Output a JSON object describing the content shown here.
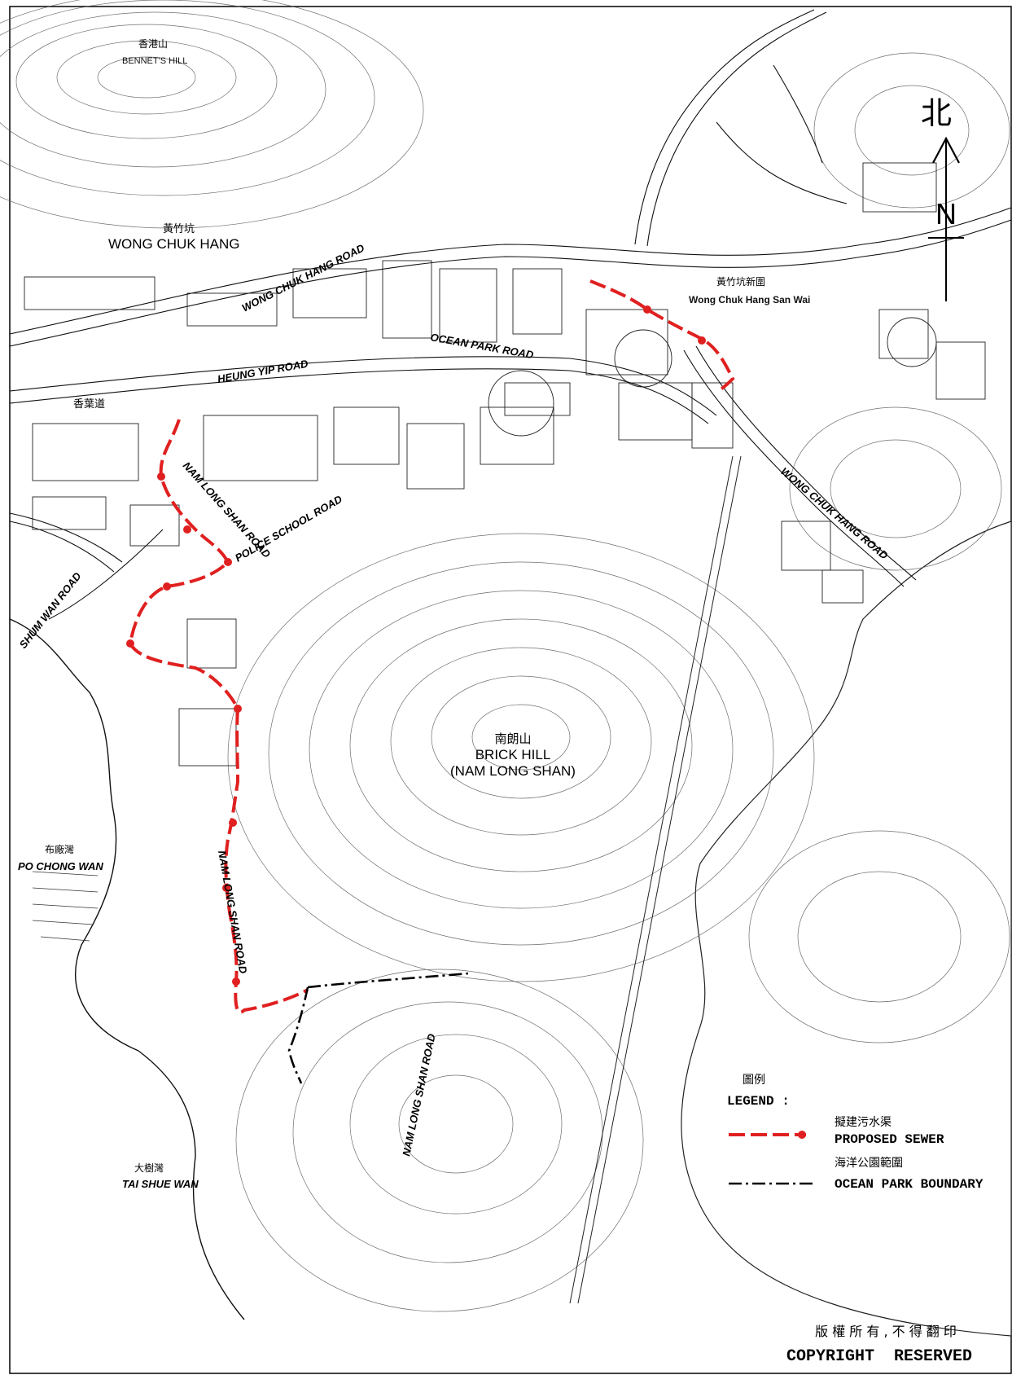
{
  "map": {
    "places": {
      "bennets_hill": "BENNET'S HILL",
      "bennets_hill_zh": "香港山",
      "wong_chuk_hang": "WONG CHUK HANG",
      "wong_chuk_hang_zh": "黃竹坑",
      "wong_chuk_hang_san_wai": "Wong Chuk Hang San Wai",
      "wong_chuk_hang_san_wai_zh": "黃竹坑新圍",
      "brick_hill": "BRICK HILL",
      "nam_long_shan": "(NAM LONG SHAN)",
      "brick_hill_zh": "南朗山",
      "po_chong_wan": "PO CHONG WAN",
      "po_chong_wan_zh": "布廠灣",
      "tai_shue_wan": "TAI SHUE WAN",
      "tai_shue_wan_zh": "大樹灣"
    },
    "roads": {
      "wong_chuk_hang_road_1": "WONG CHUK HANG ROAD",
      "wong_chuk_hang_road_2": "WONG CHUK HANG ROAD",
      "heung_yip_road": "HEUNG YIP ROAD",
      "ocean_park_road": "OCEAN PARK ROAD",
      "nam_long_shan_road_1": "NAM LONG SHAN ROAD",
      "nam_long_shan_road_2": "NAM LONG SHAN ROAD",
      "nam_long_shan_road_3": "NAM LONG SHAN ROAD",
      "police_school_road": "POLICE SCHOOL ROAD",
      "shum_wan_road": "SHUM WAN ROAD",
      "heung_yip_road_zh": "香葉道"
    },
    "north": {
      "zh": "北",
      "en": "N"
    },
    "legend": {
      "title_zh": "圖例",
      "title": "LEGEND :",
      "items": [
        {
          "label_zh": "擬建污水渠",
          "label": "PROPOSED SEWER",
          "color": "#e02020"
        },
        {
          "label_zh": "海洋公園範圍",
          "label": "OCEAN PARK BOUNDARY",
          "color": "#000000"
        }
      ]
    },
    "copyright": {
      "zh": "版 權 所 有 , 不 得 翻 印",
      "en": "COPYRIGHT  RESERVED"
    }
  }
}
